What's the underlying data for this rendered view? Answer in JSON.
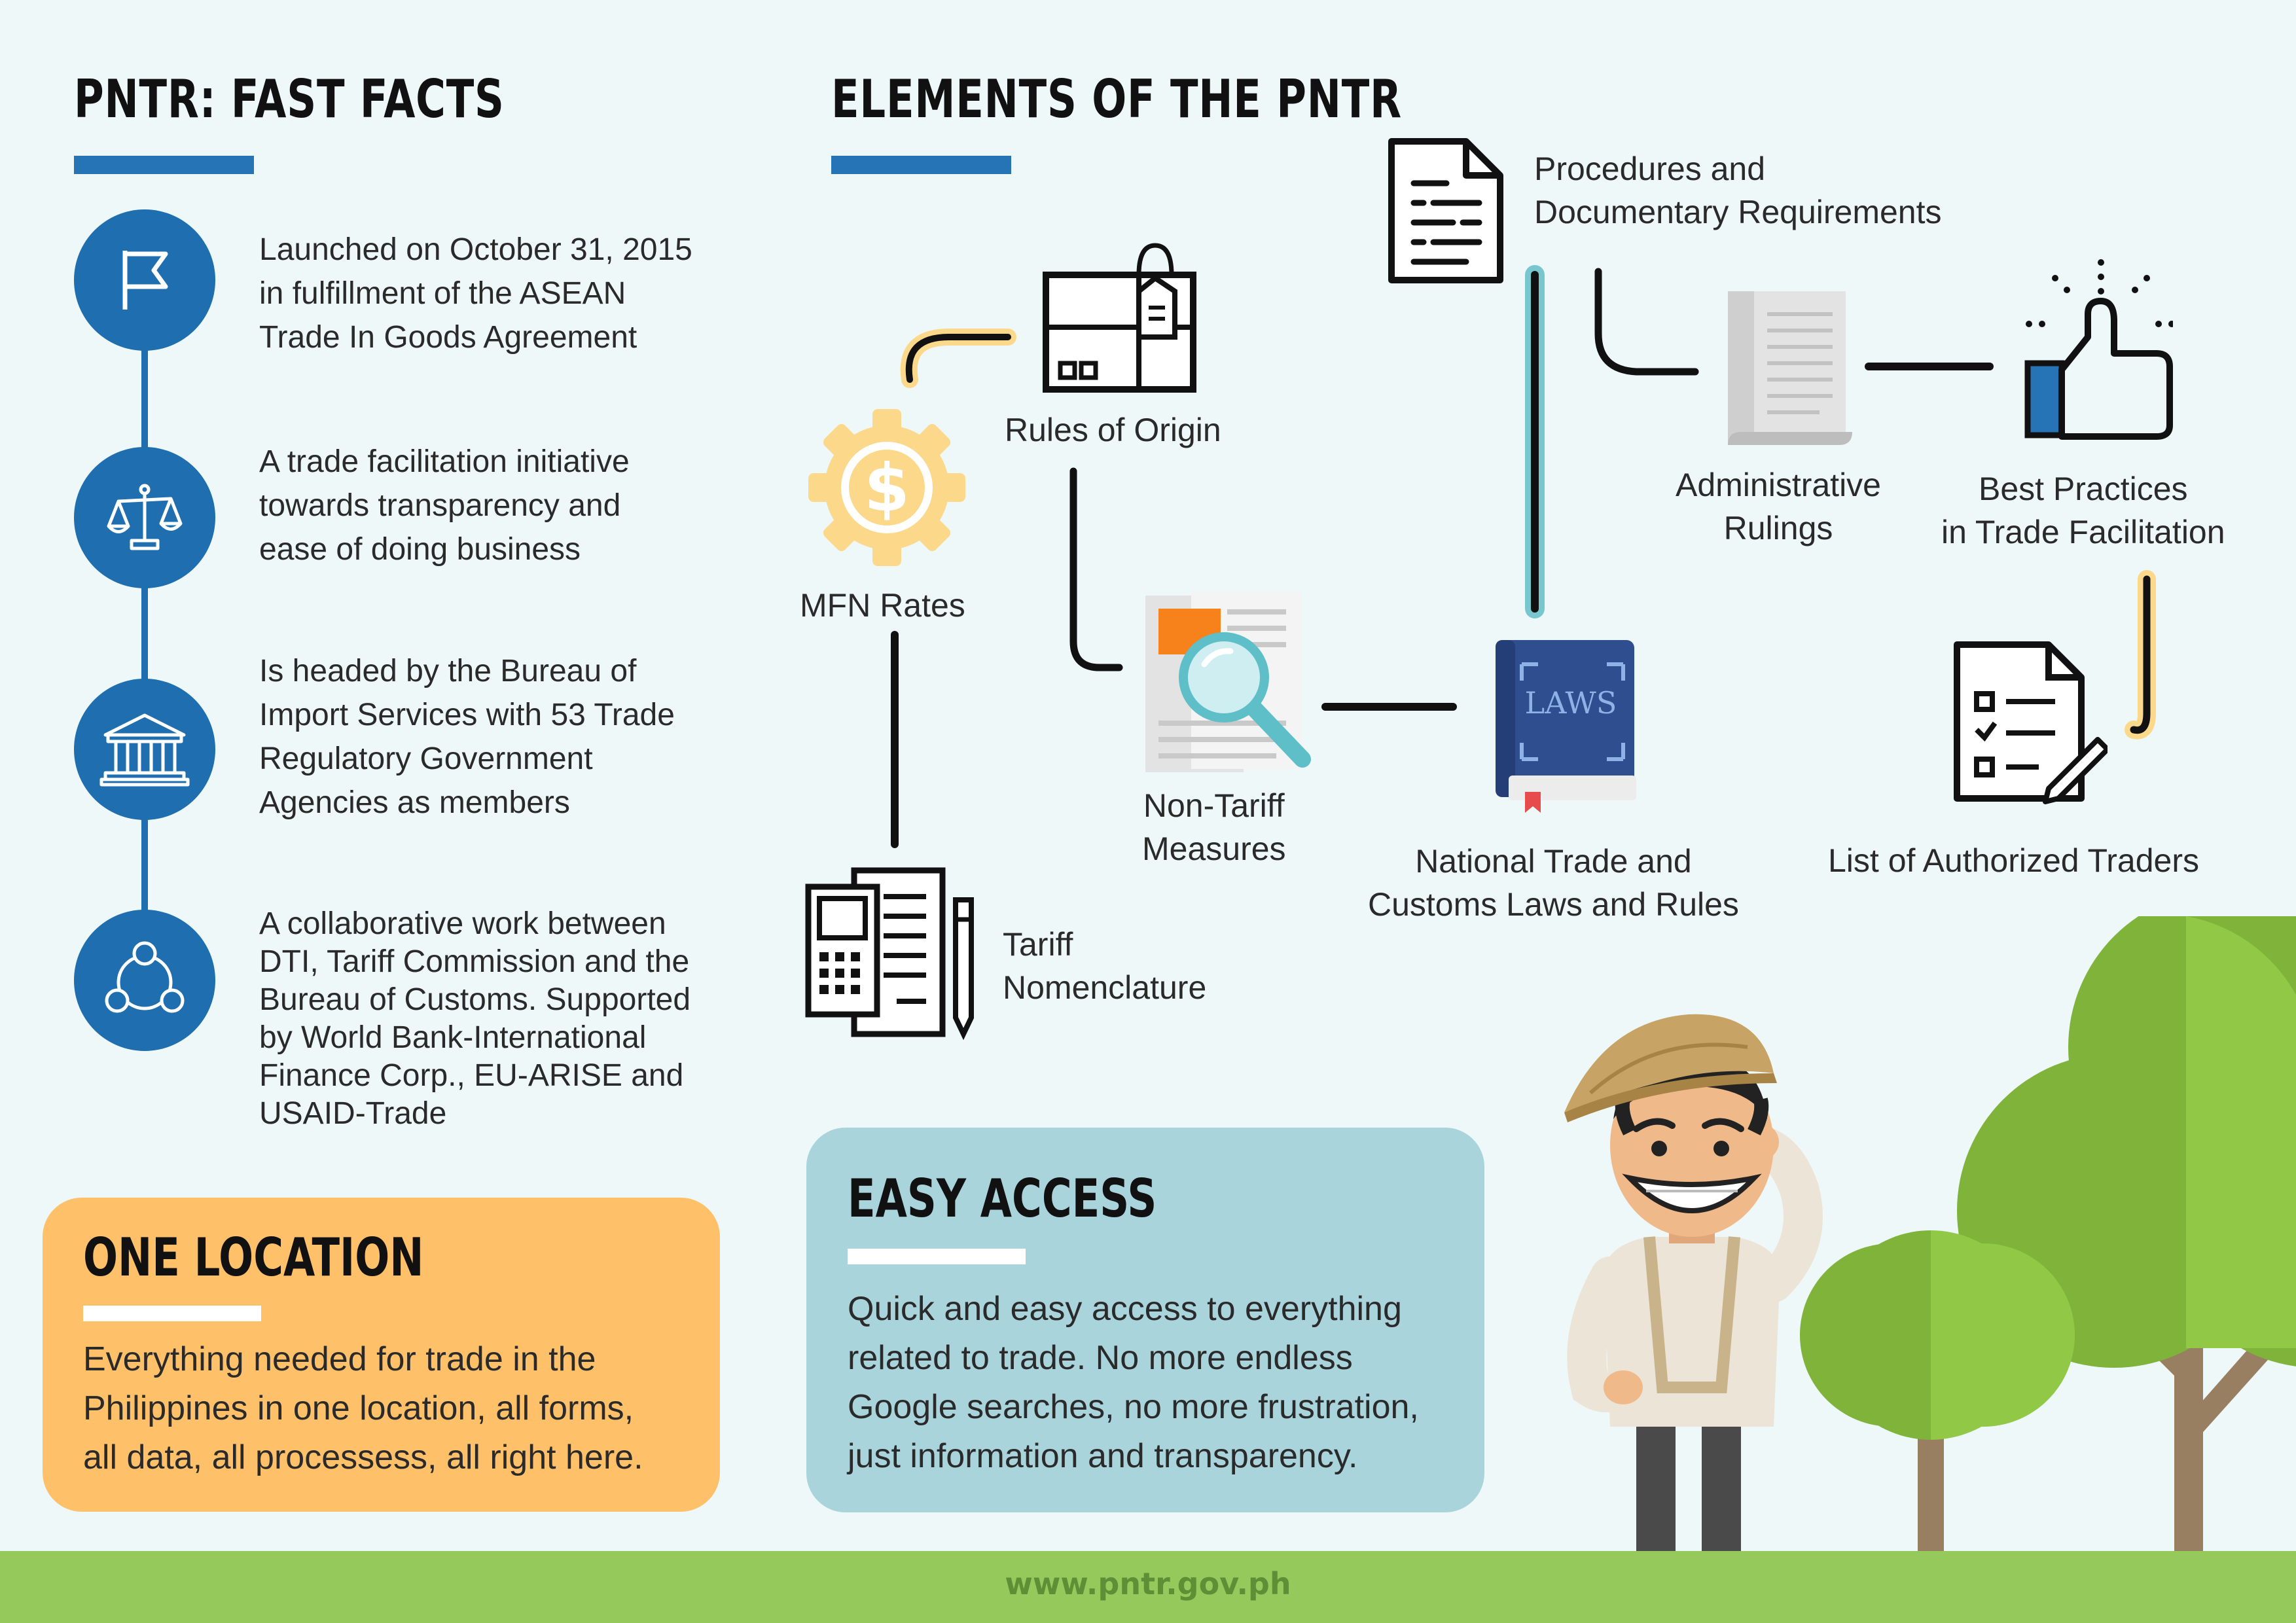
{
  "fast_facts": {
    "title": "PNTR: FAST FACTS",
    "items": [
      {
        "icon": "flag-icon",
        "lines": [
          "Launched on October 31, 2015",
          "in fulfillment of the ASEAN",
          "Trade In Goods Agreement"
        ]
      },
      {
        "icon": "scales-icon",
        "lines": [
          "A trade facilitation initiative",
          "towards transparency and",
          "ease of doing business"
        ]
      },
      {
        "icon": "government-building-icon",
        "lines": [
          "Is headed by the Bureau of",
          "Import Services with 53 Trade",
          "Regulatory Government",
          "Agencies as members"
        ]
      },
      {
        "icon": "collaboration-network-icon",
        "lines": [
          "A collaborative work between",
          "DTI, Tariff Commission and the",
          "Bureau of Customs. Supported",
          "by World Bank-International",
          "Finance Corp., EU-ARISE and",
          "USAID-Trade"
        ]
      }
    ]
  },
  "elements": {
    "title": "ELEMENTS OF THE PNTR",
    "nodes": {
      "procedures": [
        "Procedures and",
        "Documentary Requirements"
      ],
      "rules_of_origin": [
        "Rules of Origin"
      ],
      "mfn_rates": [
        "MFN Rates"
      ],
      "administrative_rulings": [
        "Administrative",
        "Rulings"
      ],
      "best_practices": [
        "Best Practices",
        "in Trade Facilitation"
      ],
      "non_tariff": [
        "Non-Tariff",
        "Measures"
      ],
      "laws": [
        "National Trade and",
        "Customs Laws and Rules"
      ],
      "authorized_traders": [
        "List of Authorized Traders"
      ],
      "tariff": [
        "Tariff",
        "Nomenclature"
      ]
    },
    "laws_book_text": "LAWS"
  },
  "one_location": {
    "title": "ONE LOCATION",
    "lines": [
      "Everything needed for trade in the",
      "Philippines in one location, all forms,",
      "all data, all processess, all right here."
    ]
  },
  "easy_access": {
    "title": "EASY ACCESS",
    "lines": [
      "Quick and easy access to everything",
      "related to trade. No more endless",
      "Google searches, no more frustration,",
      "just information and transparency."
    ]
  },
  "footer": {
    "url": "www.pntr.gov.ph"
  },
  "colors": {
    "blue": "#1f6fb0",
    "orange_box": "#ffc06a",
    "teal_box": "#a9d4dc",
    "grass": "#96c95c",
    "accent_yellow": "#fcd98a",
    "accent_teal": "#78c7cf"
  }
}
